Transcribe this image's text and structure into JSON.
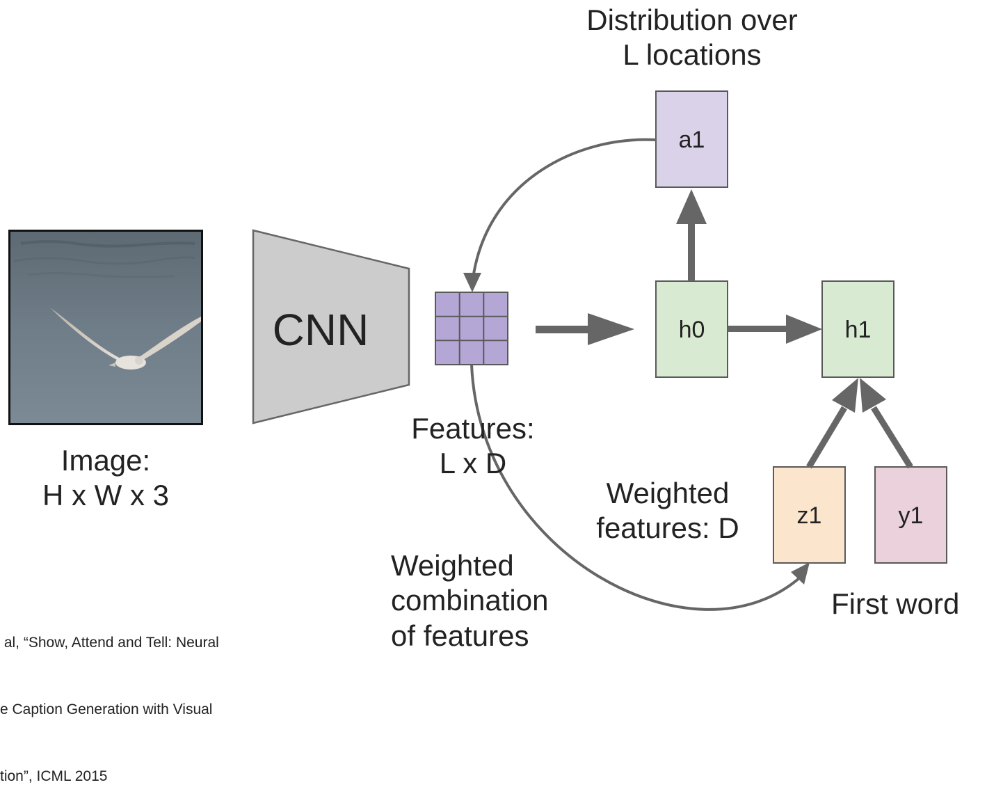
{
  "title": {
    "line1": "Distribution over",
    "line2": "L locations"
  },
  "image_label": {
    "line1": "Image:",
    "line2": "H x W x 3"
  },
  "cnn_label": "CNN",
  "features_label": {
    "line1": "Features:",
    "line2": "L x D"
  },
  "weighted_features_label": {
    "line1": "Weighted",
    "line2": "features: D"
  },
  "weighted_combination_label": {
    "line1": "Weighted",
    "line2": "combination",
    "line3": "of features"
  },
  "first_word_label": "First word",
  "boxes": {
    "a1": "a1",
    "h0": "h0",
    "h1": "h1",
    "z1": "z1",
    "y1": "y1"
  },
  "citation": {
    "line1": " al, “Show, Attend and Tell: Neural",
    "line2": "e Caption Generation with Visual",
    "line3": "tion”, ICML 2015"
  },
  "colors": {
    "arrow": "#666666",
    "box_border": "#595959",
    "attention_box": "#d9d2e9",
    "hidden_box": "#d9ead3",
    "z_box": "#fce5cd",
    "y_box": "#ead1dc",
    "feature_grid": "#b4a7d6",
    "cnn_trapezoid": "#cccccc"
  }
}
